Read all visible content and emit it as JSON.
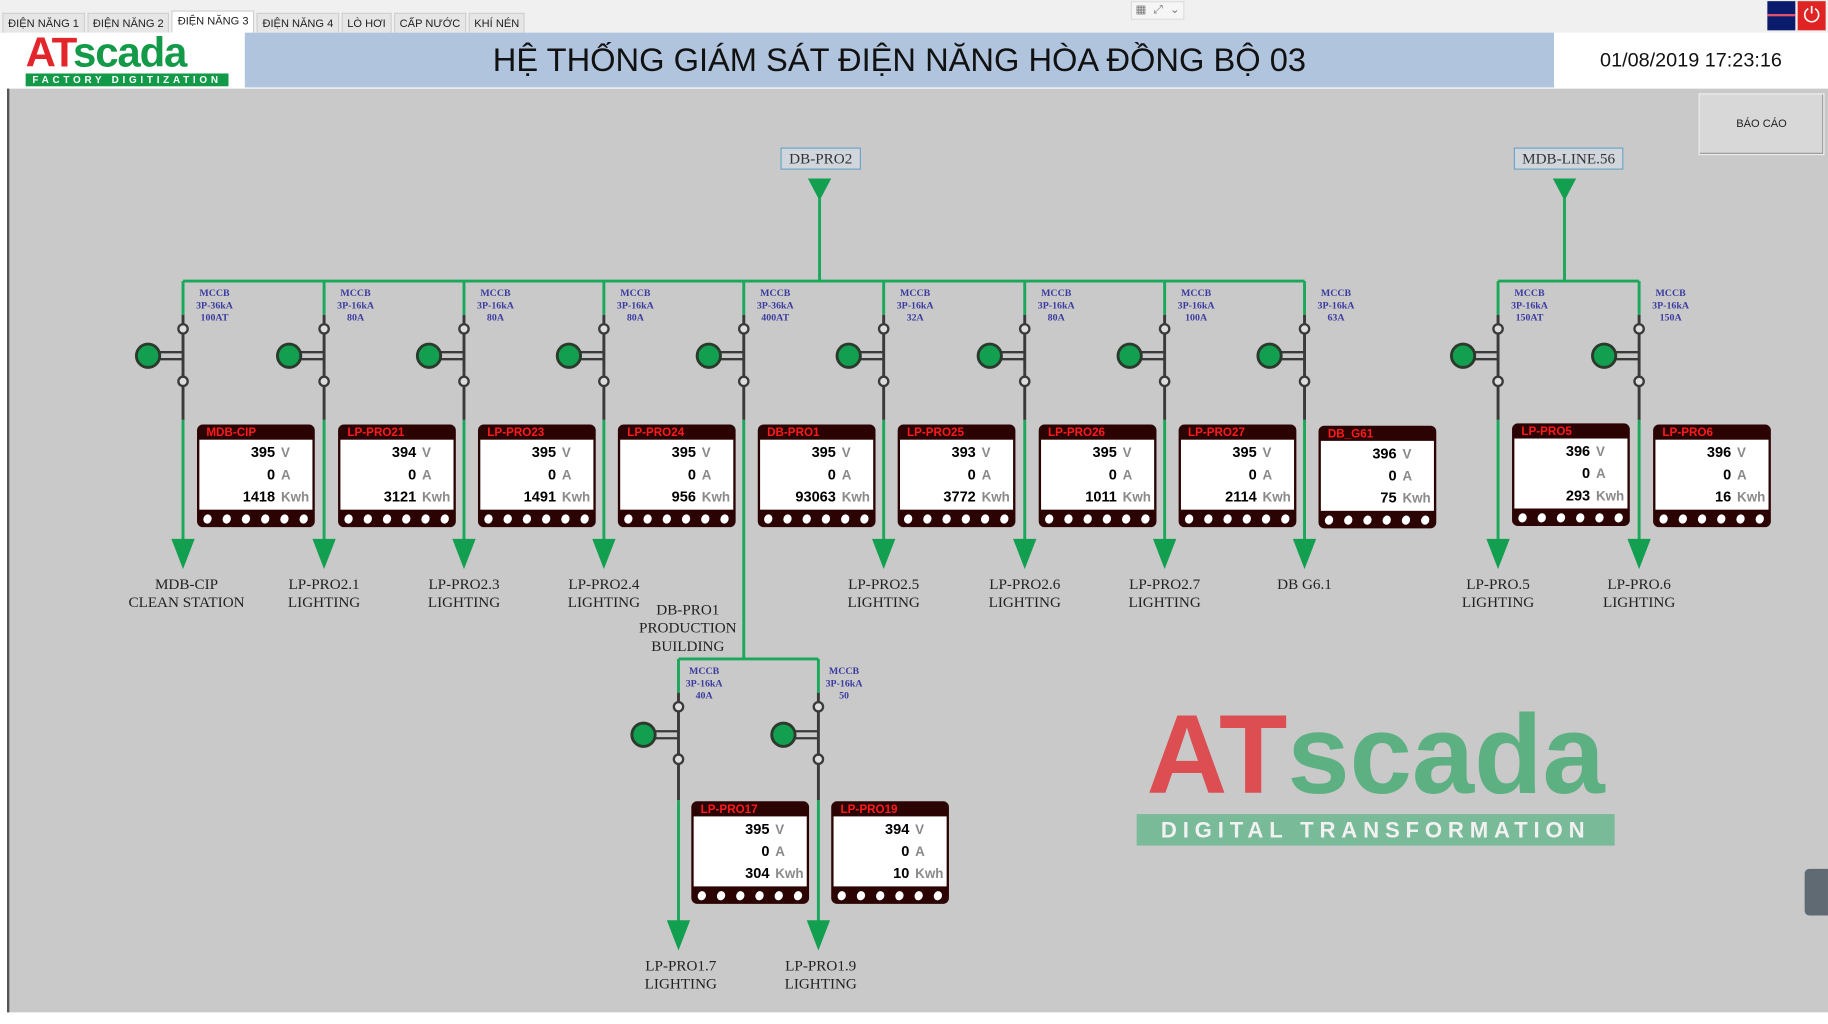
{
  "tabs": [
    "ĐIỆN NĂNG 1",
    "ĐIỆN NĂNG 2",
    "ĐIỆN NĂNG 3",
    "ĐIỆN NĂNG 4",
    "LÒ HƠI",
    "CẤP NƯỚC",
    "KHÍ NÉN"
  ],
  "active_tab": 2,
  "logo": {
    "main_a": "AT",
    "main_b": "scada",
    "sub": "FACTORY DIGITIZATION"
  },
  "header": {
    "title": "HỆ THỐNG GIÁM SÁT ĐIỆN NĂNG HÒA ĐỒNG BỘ 03",
    "datetime": "01/08/2019 17:23:16"
  },
  "report_button": "BÁO CÁO",
  "units": {
    "v": "V",
    "a": "A",
    "kwh": "Kwh"
  },
  "watermark": {
    "a": "AT",
    "b": "scada",
    "sub": "DIGITAL TRANSFORMATION"
  },
  "sources": [
    {
      "name": "DB-PRO2"
    },
    {
      "name": "MDB-LINE.56"
    }
  ],
  "feeders": [
    {
      "meter": "MDB-CIP",
      "v": "395",
      "a": "0",
      "kwh": "1418",
      "mccb": [
        "MCCB",
        "3P-36kA",
        "100AT"
      ],
      "label": [
        "MDB-CIP",
        "CLEAN STATION"
      ]
    },
    {
      "meter": "LP-PRO21",
      "v": "394",
      "a": "0",
      "kwh": "3121",
      "mccb": [
        "MCCB",
        "3P-16kA",
        "80A"
      ],
      "label": [
        "LP-PRO2.1",
        "LIGHTING"
      ]
    },
    {
      "meter": "LP-PRO23",
      "v": "395",
      "a": "0",
      "kwh": "1491",
      "mccb": [
        "MCCB",
        "3P-16kA",
        "80A"
      ],
      "label": [
        "LP-PRO2.3",
        "LIGHTING"
      ]
    },
    {
      "meter": "LP-PRO24",
      "v": "395",
      "a": "0",
      "kwh": "956",
      "mccb": [
        "MCCB",
        "3P-16kA",
        "80A"
      ],
      "label": [
        "LP-PRO2.4",
        "LIGHTING"
      ]
    },
    {
      "meter": "DB-PRO1",
      "v": "395",
      "a": "0",
      "kwh": "93063",
      "mccb": [
        "MCCB",
        "3P-36kA",
        "400AT"
      ],
      "label": [
        "DB-PRO1",
        "PRODUCTION",
        "BUILDING"
      ]
    },
    {
      "meter": "LP-PRO25",
      "v": "393",
      "a": "0",
      "kwh": "3772",
      "mccb": [
        "MCCB",
        "3P-16kA",
        "32A"
      ],
      "label": [
        "LP-PRO2.5",
        "LIGHTING"
      ]
    },
    {
      "meter": "LP-PRO26",
      "v": "395",
      "a": "0",
      "kwh": "1011",
      "mccb": [
        "MCCB",
        "3P-16kA",
        "80A"
      ],
      "label": [
        "LP-PRO2.6",
        "LIGHTING"
      ]
    },
    {
      "meter": "LP-PRO27",
      "v": "395",
      "a": "0",
      "kwh": "2114",
      "mccb": [
        "MCCB",
        "3P-16kA",
        "100A"
      ],
      "label": [
        "LP-PRO2.7",
        "LIGHTING"
      ]
    },
    {
      "meter": "DB_G61",
      "v": "396",
      "a": "0",
      "kwh": "75",
      "mccb": [
        "MCCB",
        "3P-16kA",
        "63A"
      ],
      "label": [
        "DB G6.1"
      ]
    },
    {
      "meter": "LP-PRO5",
      "v": "396",
      "a": "0",
      "kwh": "293",
      "mccb": [
        "MCCB",
        "3P-16kA",
        "150AT"
      ],
      "label": [
        "LP-PRO.5",
        "LIGHTING"
      ]
    },
    {
      "meter": "LP-PRO6",
      "v": "396",
      "a": "0",
      "kwh": "16",
      "mccb": [
        "MCCB",
        "3P-16kA",
        "150A"
      ],
      "label": [
        "LP-PRO.6",
        "LIGHTING"
      ]
    },
    {
      "meter": "LP-PRO17",
      "v": "395",
      "a": "0",
      "kwh": "304",
      "mccb": [
        "MCCB",
        "3P-16kA",
        "40A"
      ],
      "label": [
        "LP-PRO1.7",
        "LIGHTING"
      ]
    },
    {
      "meter": "LP-PRO19",
      "v": "394",
      "a": "0",
      "kwh": "10",
      "mccb": [
        "MCCB",
        "3P-16kA",
        "50"
      ],
      "label": [
        "LP-PRO1.9",
        "LIGHTING"
      ]
    }
  ],
  "colors": {
    "bus": "#1aa85a",
    "breaker": "#3a3a3a",
    "indicator": "#12a050",
    "meter_frame": "#2b0303",
    "meter_name": "#ff1a1a",
    "mccb_text": "#3c3ca0"
  }
}
